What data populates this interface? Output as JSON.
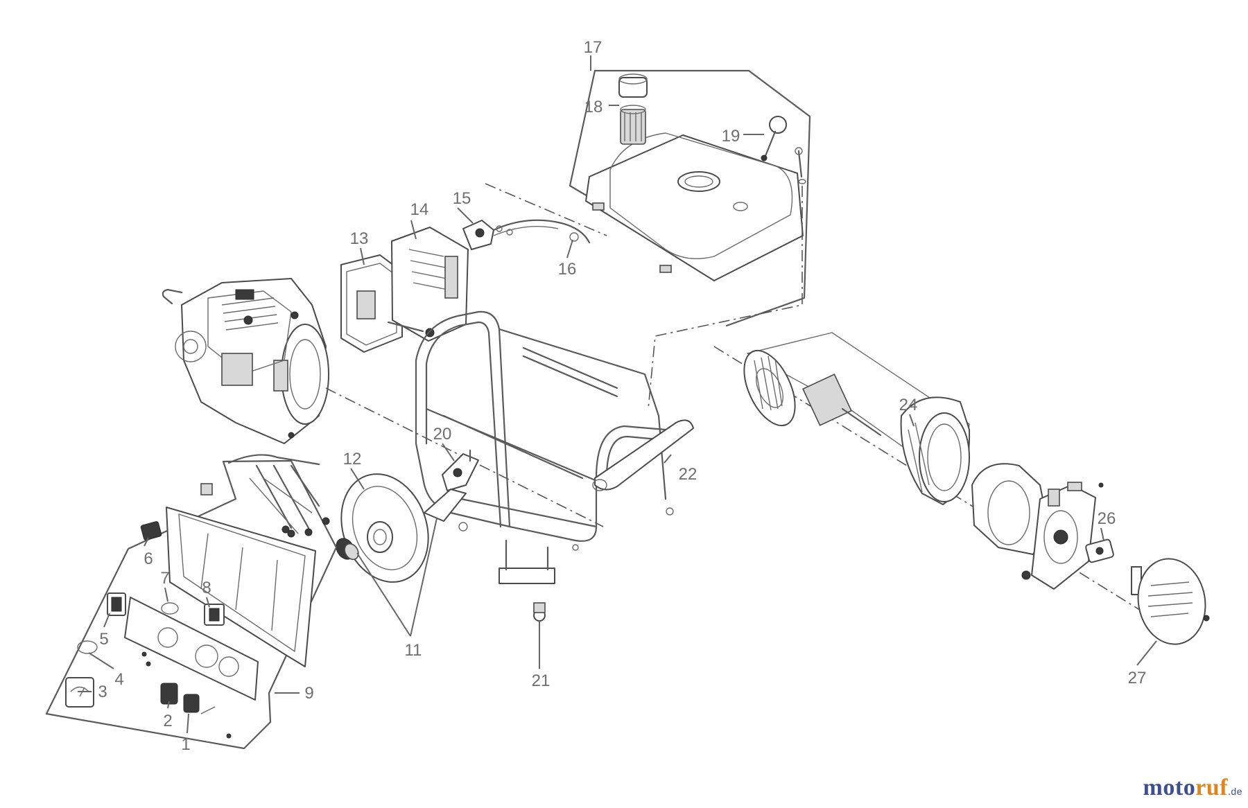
{
  "callouts": [
    {
      "id": "c1",
      "label": "1"
    },
    {
      "id": "c2",
      "label": "2"
    },
    {
      "id": "c3",
      "label": "3"
    },
    {
      "id": "c4",
      "label": "4"
    },
    {
      "id": "c5",
      "label": "5"
    },
    {
      "id": "c6",
      "label": "6"
    },
    {
      "id": "c7",
      "label": "7"
    },
    {
      "id": "c8",
      "label": "8"
    },
    {
      "id": "c9",
      "label": "9"
    },
    {
      "id": "c11",
      "label": "11"
    },
    {
      "id": "c12",
      "label": "12"
    },
    {
      "id": "c13",
      "label": "13"
    },
    {
      "id": "c14",
      "label": "14"
    },
    {
      "id": "c15",
      "label": "15"
    },
    {
      "id": "c16",
      "label": "16"
    },
    {
      "id": "c17",
      "label": "17"
    },
    {
      "id": "c18",
      "label": "18"
    },
    {
      "id": "c19",
      "label": "19"
    },
    {
      "id": "c20",
      "label": "20"
    },
    {
      "id": "c21",
      "label": "21"
    },
    {
      "id": "c22",
      "label": "22"
    },
    {
      "id": "c24",
      "label": "24"
    },
    {
      "id": "c26",
      "label": "26"
    },
    {
      "id": "c27",
      "label": "27"
    }
  ],
  "brand": {
    "part1": "moto",
    "part2": "ruf",
    "suffix": ".de"
  },
  "colors": {
    "line": "#5a5a5a",
    "label": "#6e6e6e",
    "brand_blue": "#3d4f8f",
    "brand_orange": "#e0851c"
  }
}
